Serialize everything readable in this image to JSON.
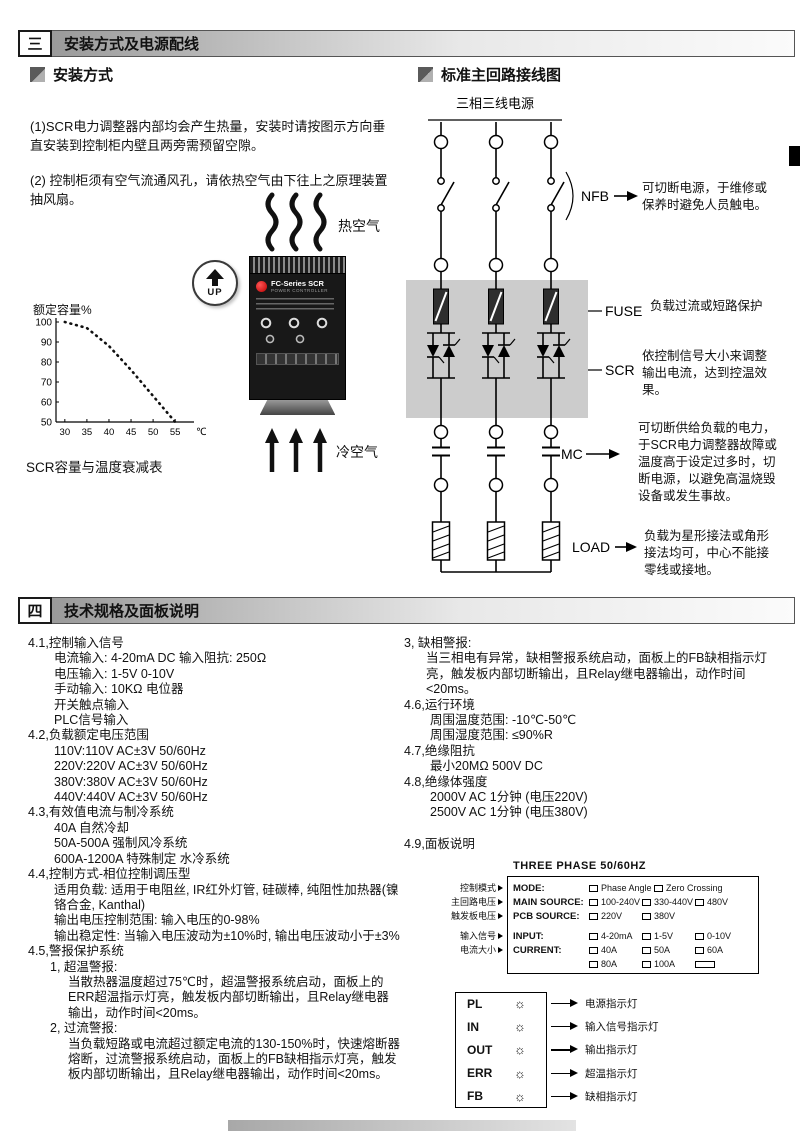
{
  "section3": {
    "num": "三",
    "title": "安装方式及电源配线",
    "install": {
      "subtitle": "安装方式",
      "para1": "(1)SCR电力调整器内部均会产生热量，安装时请按图示方向垂直安装到控制柜内壁且两旁需预留空隙。",
      "para2": "(2) 控制柜须有空气流通风孔，请依热空气由下往上之原理装置抽风扇。",
      "up_label": "UP",
      "hot_air_label": "热空气",
      "cold_air_label": "冷空气",
      "device": {
        "brand_line1": "FC-Series SCR",
        "brand_line2": "POWER CONTROLLER"
      }
    },
    "wiring": {
      "subtitle": "标准主回路接线图",
      "source_label": "三相三线电源",
      "labels": {
        "nfb": "NFB",
        "fuse": "FUSE",
        "scr": "SCR",
        "mc": "MC",
        "load": "LOAD"
      },
      "annotations": {
        "nfb": "可切断电源，于维修或保养时避免人员触电。",
        "fuse": "负载过流或短路保护",
        "scr": "依控制信号大小来调整输出电流，达到控温效果。",
        "mc": "可切断供给负载的电力，于SCR电力调整器故障或温度高于设定过多时，切断电源，以避免高温烧毁设备或发生事故。",
        "load": "负载为星形接法或角形接法均可，中心不能接零线或接地。"
      }
    }
  },
  "chart_data": {
    "type": "line",
    "title": "SCR容量与温度衰减表",
    "ylabel": "额定容量%",
    "xlabel": "℃",
    "x": [
      30,
      35,
      40,
      45,
      50,
      55
    ],
    "values": [
      100,
      97,
      88,
      76,
      63,
      50
    ],
    "xlim": [
      28,
      57
    ],
    "ylim": [
      50,
      100
    ],
    "yticks": [
      50,
      60,
      70,
      80,
      90,
      100
    ],
    "grid": false,
    "line_style": "dotted"
  },
  "section4": {
    "num": "四",
    "title": "技术规格及面板说明",
    "left_lines": [
      {
        "c": "h",
        "t": "4.1,控制输入信号"
      },
      {
        "c": "i1",
        "t": "电流输入: 4-20mA DC  输入阻抗: 250Ω"
      },
      {
        "c": "i1",
        "t": "电压输入: 1-5V 0-10V"
      },
      {
        "c": "i1",
        "t": "手动输入: 10KΩ 电位器"
      },
      {
        "c": "i1",
        "t": "开关触点输入"
      },
      {
        "c": "i1",
        "t": "PLC信号输入"
      },
      {
        "c": "h",
        "t": "4.2,负载额定电压范围"
      },
      {
        "c": "i1",
        "t": "110V:110V AC±3V 50/60Hz"
      },
      {
        "c": "i1",
        "t": "220V:220V AC±3V 50/60Hz"
      },
      {
        "c": "i1",
        "t": "380V:380V AC±3V 50/60Hz"
      },
      {
        "c": "i1",
        "t": "440V:440V AC±3V 50/60Hz"
      },
      {
        "c": "h",
        "t": "4.3,有效值电流与制冷系统"
      },
      {
        "c": "i1",
        "t": "40A 自然冷却"
      },
      {
        "c": "i1",
        "t": "50A-500A 强制风冷系统"
      },
      {
        "c": "i1",
        "t": "600A-1200A 特殊制定 水冷系统"
      },
      {
        "c": "h",
        "t": "4.4,控制方式-相位控制调压型"
      },
      {
        "c": "i1",
        "t": "适用负载: 适用于电阻丝, IR红外灯管, 硅碳棒, 纯阻性加热器(镍铬合金, Kanthal)"
      },
      {
        "c": "i1",
        "t": "输出电压控制范围: 输入电压的0-98%"
      },
      {
        "c": "i1",
        "t": "输出稳定性: 当输入电压波动为±10%时, 输出电压波动小于±3%"
      },
      {
        "c": "h",
        "t": "4.5,警报保护系统"
      },
      {
        "c": "i2",
        "t": "1, 超温警报:"
      },
      {
        "c": "i3",
        "t": "当散热器温度超过75℃时，超温警报系统启动，面板上的ERR超温指示灯亮，触发板内部切断输出，且Relay继电器输出，动作时间<20ms。"
      },
      {
        "c": "i2",
        "t": "2, 过流警报:"
      },
      {
        "c": "i3",
        "t": "当负载短路或电流超过额定电流的130-150%时，快速熔断器熔断，过流警报系统启动，面板上的FB缺相指示灯亮，触发板内部切断输出，且Relay继电器输出，动作时间<20ms。"
      }
    ],
    "right_lines": [
      {
        "c": "h",
        "t": "3, 缺相警报:"
      },
      {
        "c": "i2",
        "t": "当三相电有异常，缺相警报系统启动，面板上的FB缺相指示灯亮，触发板内部切断输出，且Relay继电器输出，动作时间<20ms。"
      },
      {
        "c": "h",
        "t": "4.6,运行环境"
      },
      {
        "c": "i1",
        "t": "周围温度范围: -10℃-50℃"
      },
      {
        "c": "i1",
        "t": "周围湿度范围: ≤90%R"
      },
      {
        "c": "h",
        "t": "4.7,绝缘阻抗"
      },
      {
        "c": "i1",
        "t": "最小20MΩ 500V DC"
      },
      {
        "c": "h",
        "t": "4.8,绝缘体强度"
      },
      {
        "c": "i1",
        "t": "2000V AC 1分钟 (电压220V)"
      },
      {
        "c": "i1",
        "t": "2500V AC 1分钟 (电压380V)"
      },
      {
        "c": "hg",
        "t": "4.9,面板说明"
      }
    ],
    "panel": {
      "title": "THREE PHASE  50/60HZ",
      "side_labels": [
        "控制模式",
        "主回路电压",
        "触发板电压",
        "输入信号",
        "电流大小"
      ],
      "rows": [
        {
          "label": "MODE:",
          "options": [
            "Phase Angle",
            "Zero Crossing"
          ]
        },
        {
          "label": "MAIN SOURCE:",
          "options": [
            "100-240V",
            "330-440V",
            "480V"
          ]
        },
        {
          "label": "PCB SOURCE:",
          "options": [
            "220V",
            "380V"
          ]
        },
        {
          "label": "INPUT:",
          "options": [
            "4-20mA",
            "1-5V",
            "0-10V"
          ]
        },
        {
          "label": "CURRENT:",
          "options": [
            "40A",
            "50A",
            "60A"
          ]
        },
        {
          "label": "",
          "options": [
            "80A",
            "100A",
            ""
          ]
        }
      ]
    },
    "lamp_glyph": "☼",
    "indicators": [
      {
        "name": "PL",
        "desc": "电源指示灯"
      },
      {
        "name": "IN",
        "desc": "输入信号指示灯"
      },
      {
        "name": "OUT",
        "desc": "输出指示灯"
      },
      {
        "name": "ERR",
        "desc": "超温指示灯"
      },
      {
        "name": "FB",
        "desc": "缺相指示灯"
      }
    ]
  }
}
